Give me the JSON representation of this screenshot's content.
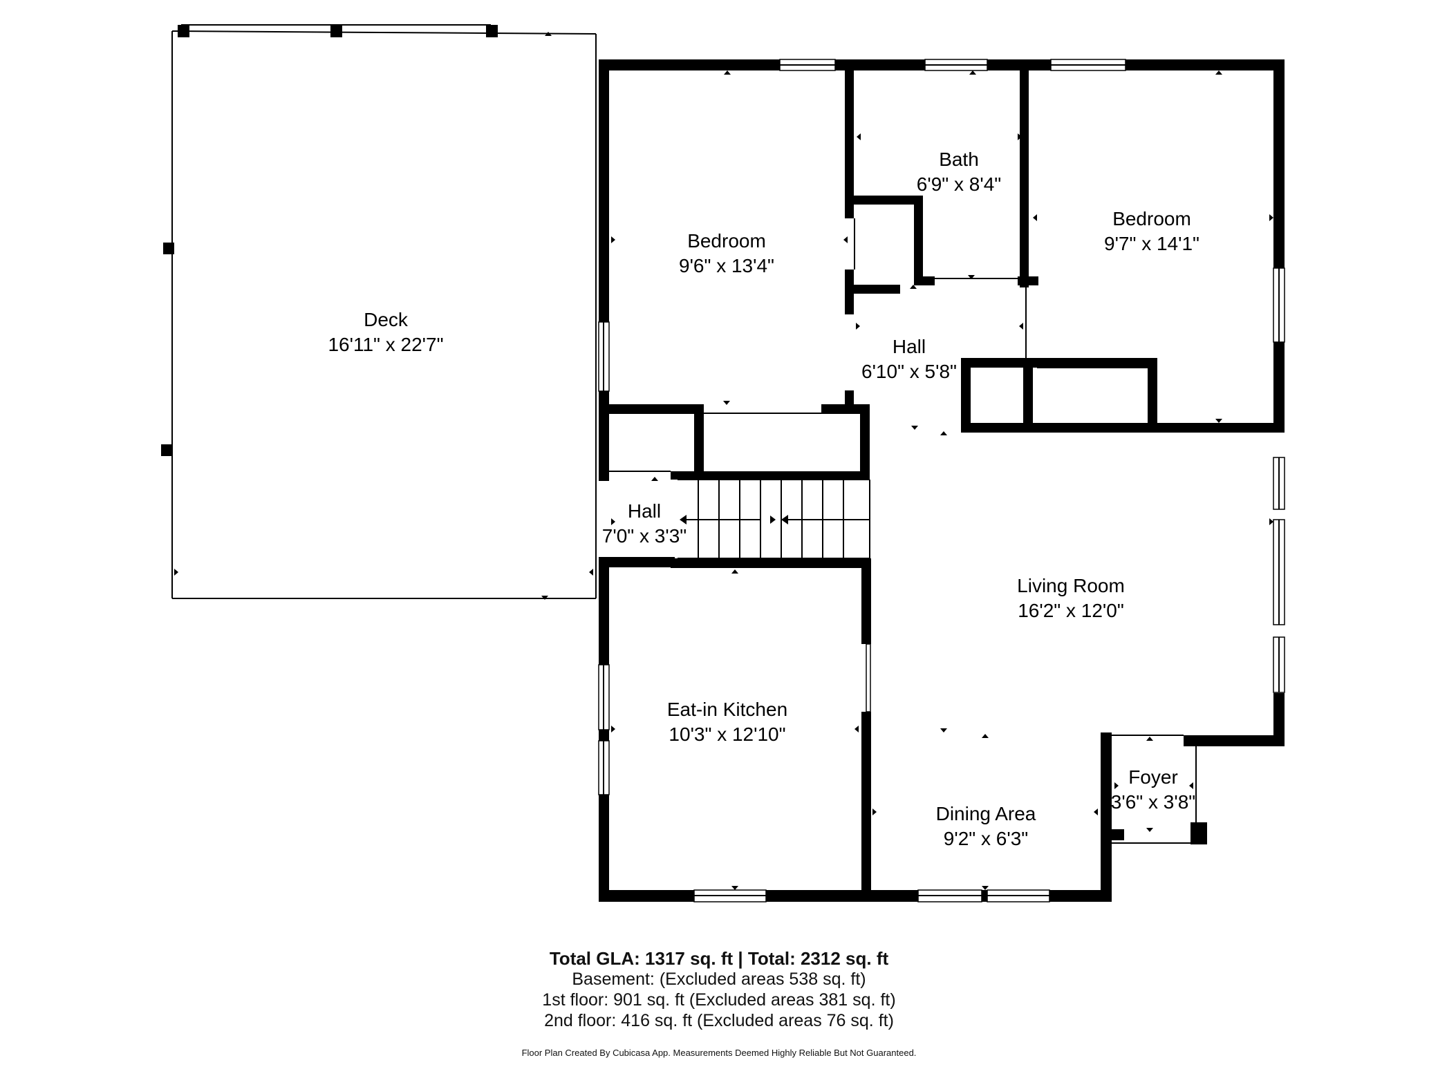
{
  "rooms": [
    {
      "name": "Deck",
      "dims": "16'11\" x 22'7\""
    },
    {
      "name": "Bedroom",
      "dims": "9'6\" x 13'4\""
    },
    {
      "name": "Bath",
      "dims": "6'9\" x 8'4\""
    },
    {
      "name": "Bedroom",
      "dims": "9'7\" x 14'1\""
    },
    {
      "name": "Hall",
      "dims": "6'10\" x 5'8\""
    },
    {
      "name": "Hall",
      "dims": "7'0\" x 3'3\""
    },
    {
      "name": "Living Room",
      "dims": "16'2\" x 12'0\""
    },
    {
      "name": "Eat-in Kitchen",
      "dims": "10'3\" x 12'10\""
    },
    {
      "name": "Dining Area",
      "dims": "9'2\" x 6'3\""
    },
    {
      "name": "Foyer",
      "dims": "3'6\" x 3'8\""
    }
  ],
  "summary": {
    "total": "Total GLA: 1317 sq. ft | Total: 2312 sq. ft",
    "basement": "Basement: (Excluded areas 538 sq. ft)",
    "first_floor": "1st floor: 901 sq. ft (Excluded areas 381 sq. ft)",
    "second_floor": "2nd floor: 416 sq. ft (Excluded areas 76 sq. ft)"
  },
  "disclaimer": "Floor Plan Created By Cubicasa App. Measurements Deemed Highly Reliable But Not Guaranteed."
}
